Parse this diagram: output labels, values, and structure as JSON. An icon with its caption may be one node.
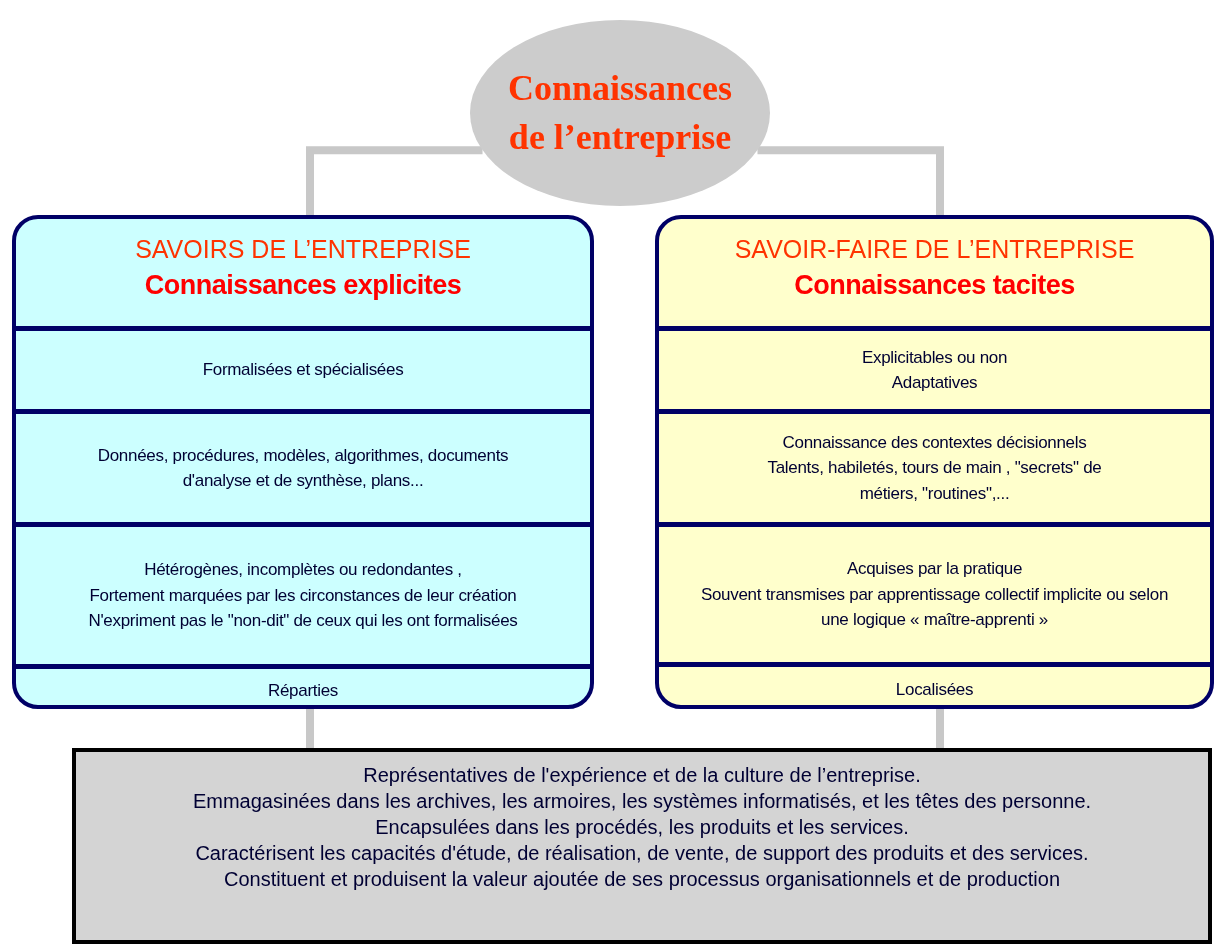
{
  "diagram": {
    "nodes": [
      {
        "text": [
          "Connaissances de l’entreprise"
        ]
      },
      {
        "text": [
          "SAVOIRS DE L’ENTREPRISE",
          "Connaissances explicites"
        ]
      },
      {
        "text": [
          "Formalisées et spécialisées"
        ],
        "in": 1
      },
      {
        "text": [
          "Données, procédures, modèles, algorithmes, documents d'analyse et de synthèse, plans..."
        ],
        "in": 1
      },
      {
        "text": [
          "Hétérogènes, incomplètes ou redondantes ,",
          "Fortement marquées par les circonstances de leur création",
          "N'expriment pas le \"non-dit\" de ceux qui les ont formalisées"
        ],
        "in": 1
      },
      {
        "text": [
          "Réparties"
        ],
        "in": 1
      },
      {
        "text": [
          "SAVOIR-FAIRE DE L’ENTREPRISE",
          "Connaissances tacites"
        ]
      },
      {
        "text": [
          "Explicitables ou non",
          "Adaptatives"
        ],
        "in": 6
      },
      {
        "text": [
          "Connaissance des contextes décisionnels",
          "Talents, habiletés, tours de main , \"secrets\" de métiers, \"routines\",..."
        ],
        "in": 6
      },
      {
        "text": [
          "Acquises par la pratique",
          "Souvent transmises par apprentissage collectif implicite ou selon une logique « maître-apprenti »"
        ],
        "in": 6
      },
      {
        "text": [
          "Localisées"
        ],
        "in": 6
      },
      {
        "text": [
          "Représentatives de l'expérience et de la culture de l’entreprise.",
          "Emmagasinées dans les archives, les armoires, les systèmes informatisés, et les têtes des personne.",
          "Encapsulées dans les procédés, les produits et les services.",
          "Caractérisent les capacités d'étude, de réalisation, de vente, de support des produits et des services.",
          "Constituent et produisent la valeur ajoutée de ses processus organisationnels et de production"
        ]
      }
    ],
    "edges": [
      {
        "from": 0,
        "to": 1,
        "arrow": "none"
      },
      {
        "from": 0,
        "to": 6,
        "arrow": "none"
      },
      {
        "from": 1,
        "to": 11,
        "arrow": "none"
      },
      {
        "from": 6,
        "to": 11,
        "arrow": "none"
      }
    ]
  }
}
